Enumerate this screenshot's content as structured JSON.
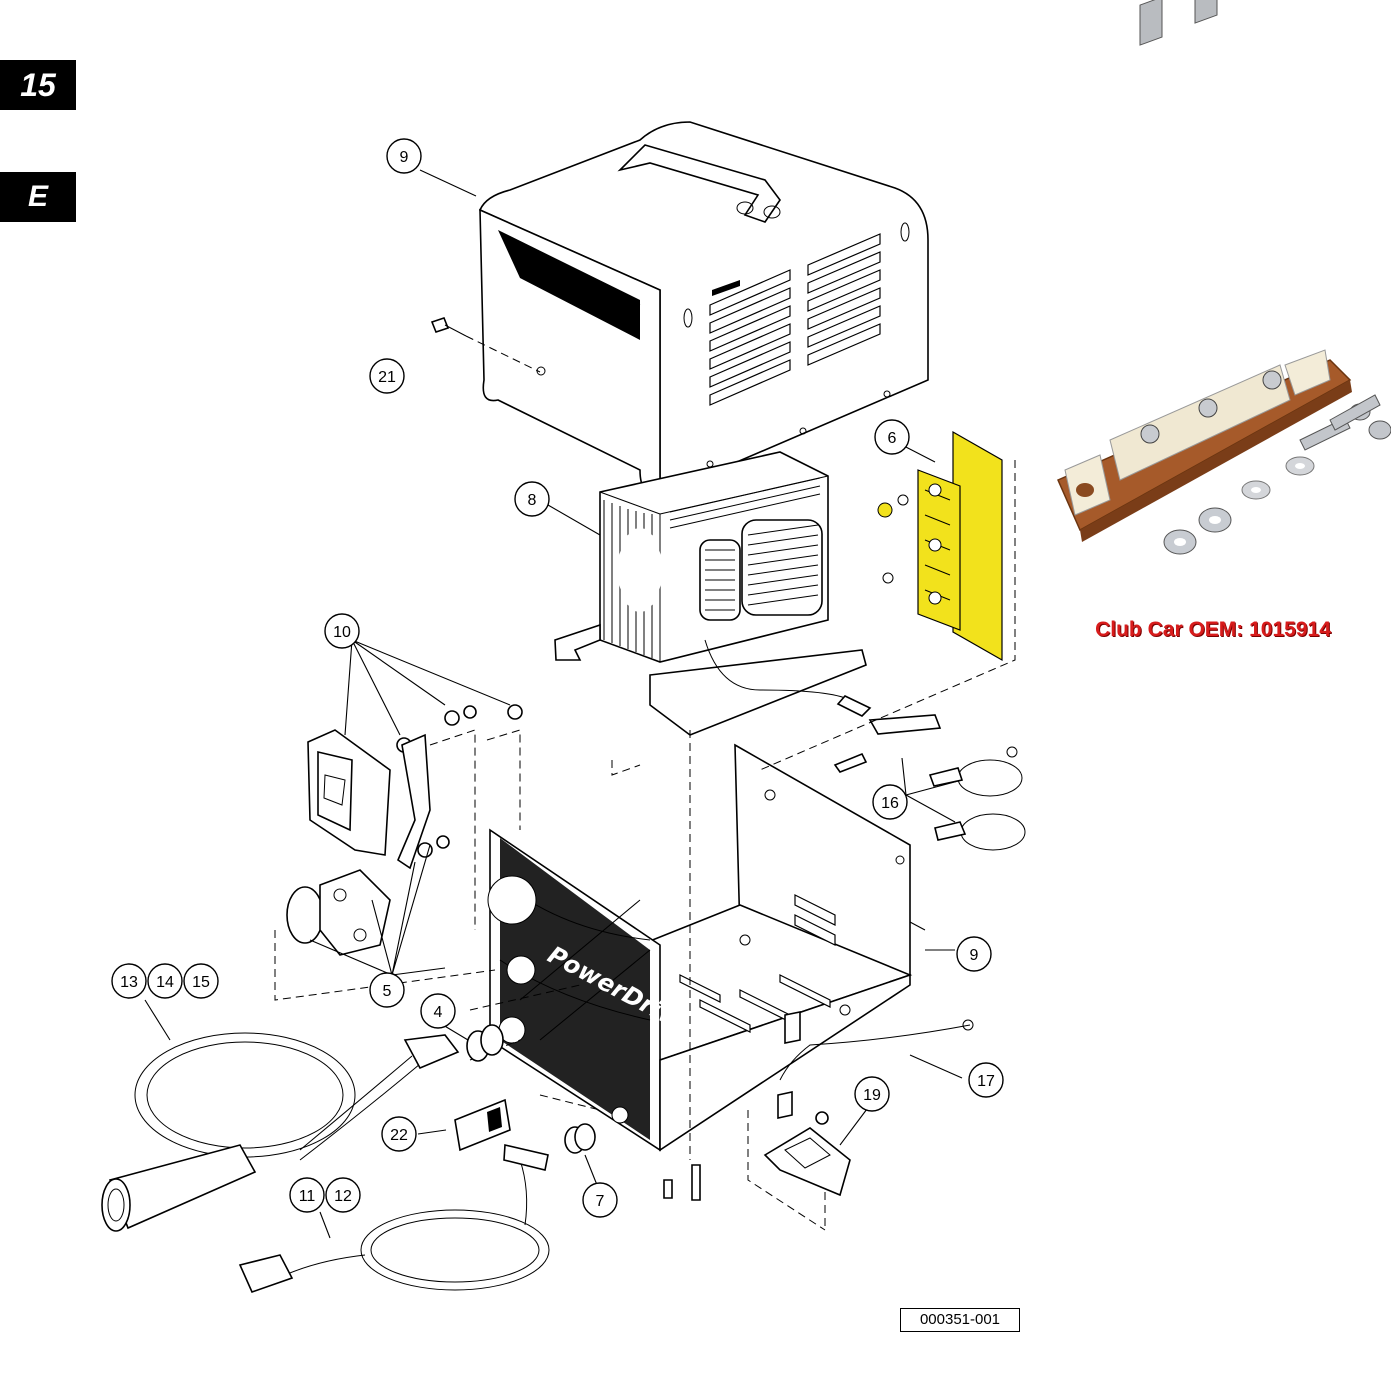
{
  "page": {
    "section_number": "15",
    "section_letter": "E"
  },
  "oem_label": "Club Car OEM: 1015914",
  "drawing_number": "000351-001",
  "panel_brand": "PowerDrive",
  "callouts": [
    {
      "id": "9-top",
      "label": "9"
    },
    {
      "id": "21",
      "label": "21"
    },
    {
      "id": "6",
      "label": "6"
    },
    {
      "id": "8",
      "label": "8"
    },
    {
      "id": "10",
      "label": "10"
    },
    {
      "id": "16",
      "label": "16"
    },
    {
      "id": "9-bottom",
      "label": "9"
    },
    {
      "id": "13",
      "label": "13"
    },
    {
      "id": "14",
      "label": "14"
    },
    {
      "id": "15",
      "label": "15"
    },
    {
      "id": "5",
      "label": "5"
    },
    {
      "id": "4",
      "label": "4"
    },
    {
      "id": "17",
      "label": "17"
    },
    {
      "id": "19",
      "label": "19"
    },
    {
      "id": "22",
      "label": "22"
    },
    {
      "id": "7",
      "label": "7"
    },
    {
      "id": "11",
      "label": "11"
    },
    {
      "id": "12",
      "label": "12"
    }
  ],
  "colors": {
    "highlight": "#f2e21c",
    "oem_text": "#d81c1c",
    "board_brown": "#a65a2a",
    "tab_bg": "#000000"
  }
}
